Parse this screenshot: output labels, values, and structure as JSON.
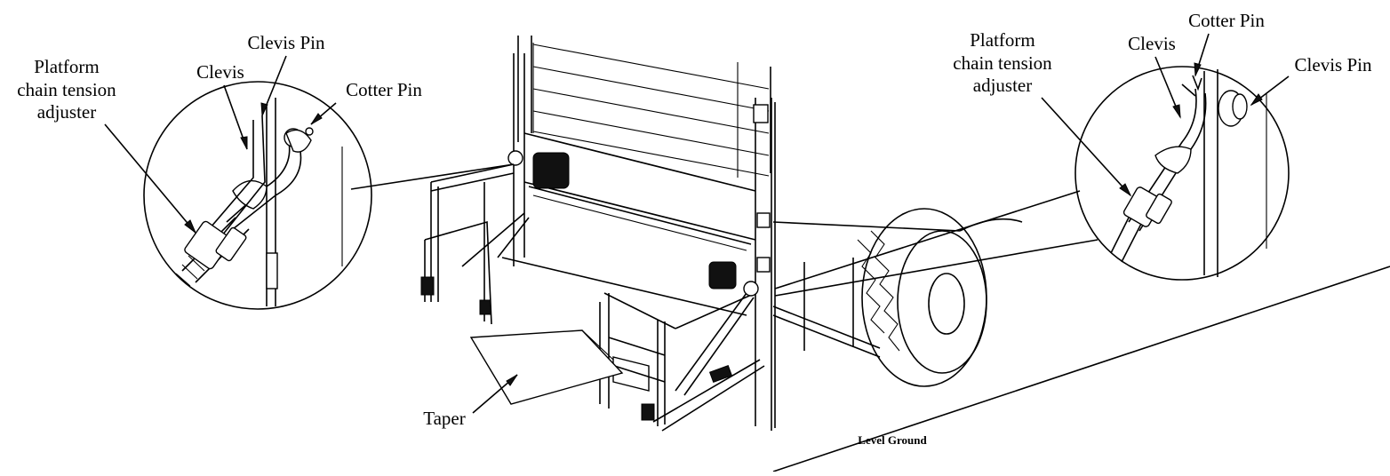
{
  "labels": {
    "left_adjuster_line1": "Platform",
    "left_adjuster_line2": "chain tension",
    "left_adjuster_line3": "adjuster",
    "left_clevis": "Clevis",
    "left_clevis_pin": "Clevis Pin",
    "left_cotter_pin": "Cotter Pin",
    "right_adjuster_line1": "Platform",
    "right_adjuster_line2": "chain tension",
    "right_adjuster_line3": "adjuster",
    "right_clevis": "Clevis",
    "right_cotter_pin": "Cotter Pin",
    "right_clevis_pin": "Clevis Pin",
    "taper": "Taper",
    "level_ground": "Level Ground"
  }
}
